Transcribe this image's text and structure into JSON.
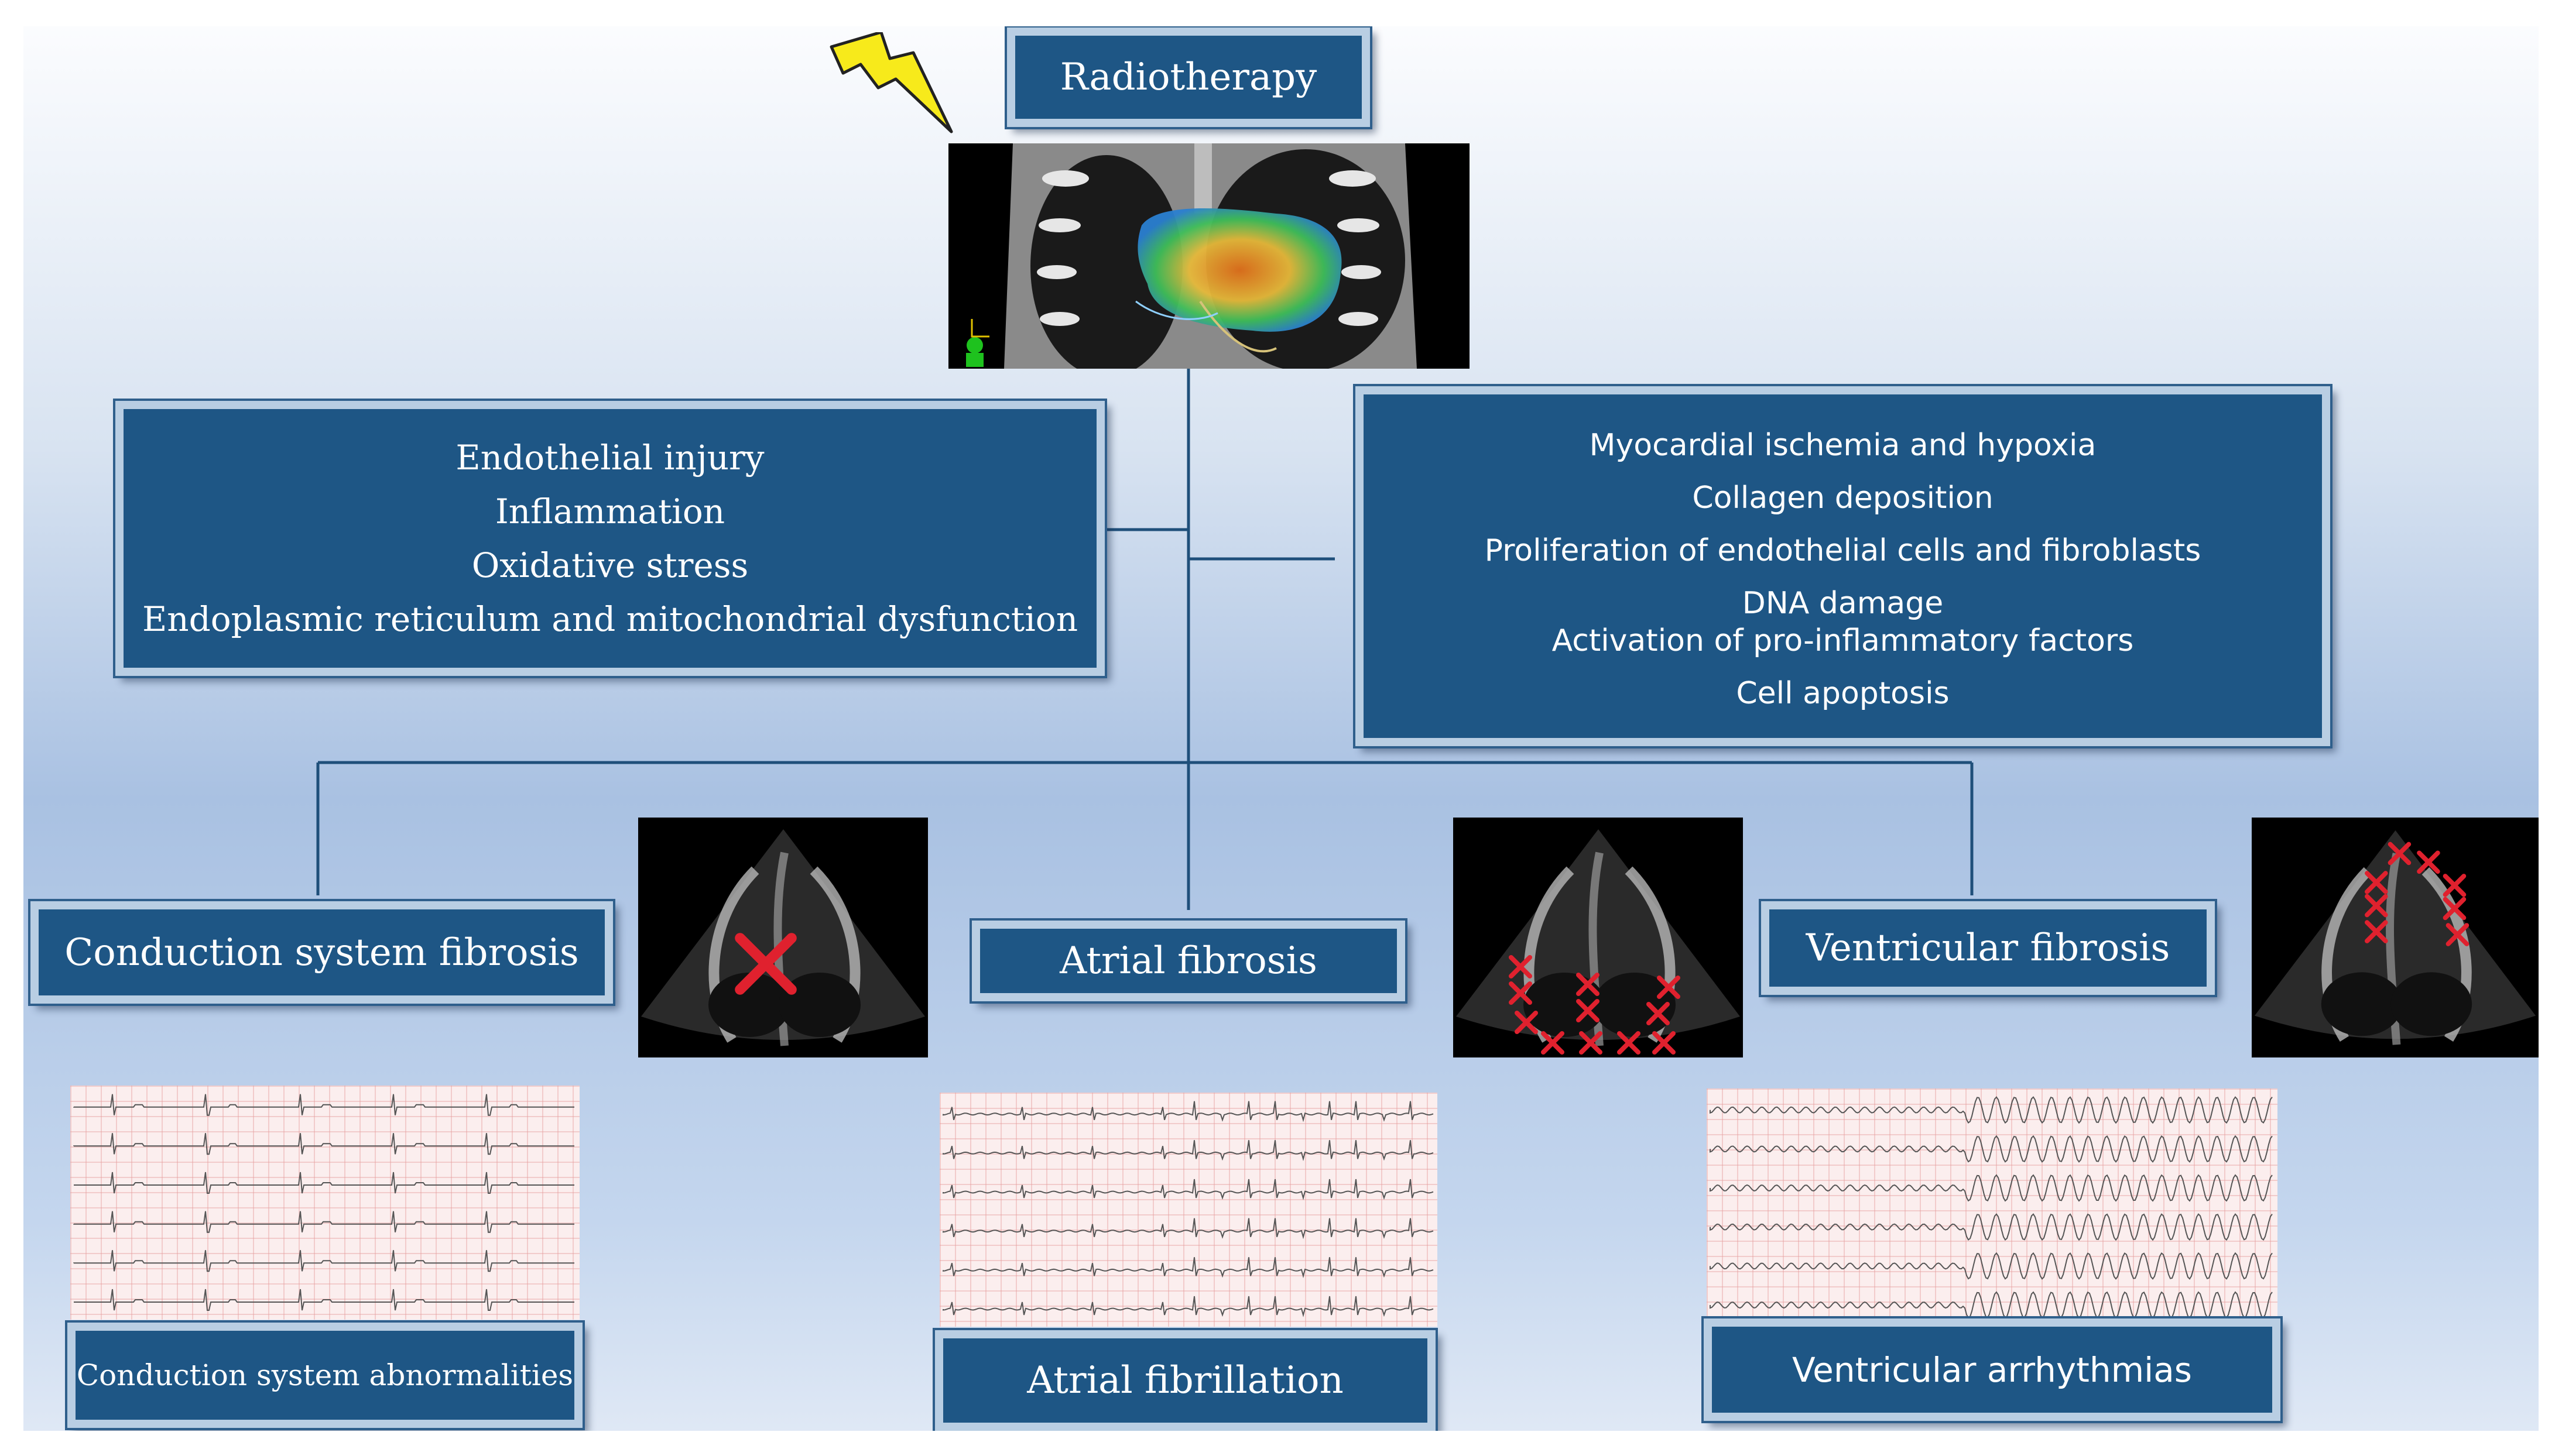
{
  "top": {
    "title": "Radiotherapy"
  },
  "left_box": {
    "lines": [
      "Endothelial injury",
      "Inflammation",
      "Oxidative stress",
      "Endoplasmic reticulum and mitochondrial dysfunction"
    ]
  },
  "right_box": {
    "lines": [
      "Myocardial ischemia and hypoxia",
      "Collagen deposition",
      "Proliferation of endothelial cells and fibroblasts",
      "DNA damage",
      "Activation of pro-inflammatory factors",
      "Cell apoptosis"
    ]
  },
  "fibrosis": {
    "conduction": "Conduction system fibrosis",
    "atrial": "Atrial fibrosis",
    "ventricular": "Ventricular fibrosis"
  },
  "outcomes": {
    "conduction": "Conduction system abnormalities",
    "atrial": "Atrial fibrillation",
    "ventricular": "Ventricular arrhythmias"
  },
  "colors": {
    "box_fill": "#1e5685",
    "box_border": "#b9cee3",
    "connector": "#1f4f7a",
    "marker": "#e0212e",
    "lightning": "#f7ea1b"
  },
  "icons": [
    "lightning-bolt-icon",
    "x-mark-icon"
  ]
}
